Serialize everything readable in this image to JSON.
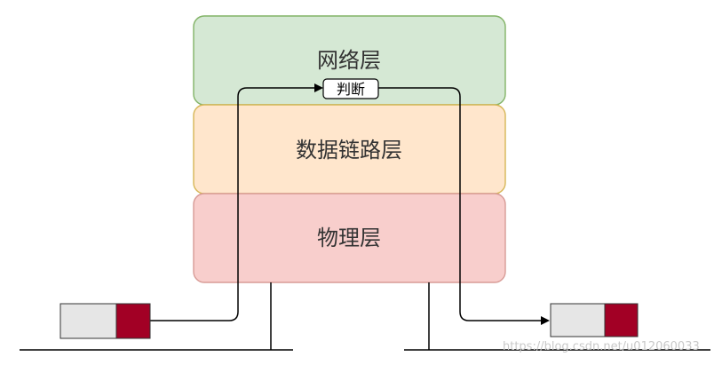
{
  "diagram": {
    "layers": [
      {
        "label": "网络层",
        "fill": "#d5e8d4",
        "stroke": "#82b366"
      },
      {
        "label": "数据链路层",
        "fill": "#ffe6cc",
        "stroke": "#d6b656"
      },
      {
        "label": "物理层",
        "fill": "#f8cecc",
        "stroke": "#d79b96"
      }
    ],
    "decision_label": "判断",
    "frame_colors": {
      "body": "#e6e6e6",
      "tail": "#a20025",
      "border": "#333333"
    },
    "line_color": "#000000",
    "watermark": "https://blog.csdn.net/u012060033"
  }
}
